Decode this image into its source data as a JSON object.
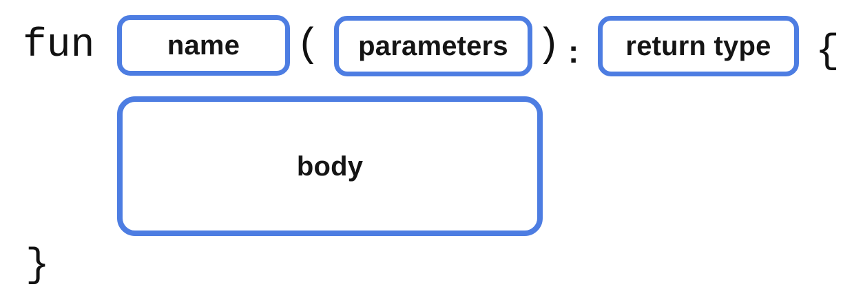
{
  "syntax": {
    "keyword": "fun",
    "punctuation": {
      "open_paren": "(",
      "close_paren": ")",
      "colon": ":",
      "open_brace": "{",
      "close_brace": "}"
    },
    "slots": {
      "name": "name",
      "parameters": "parameters",
      "return_type": "return type",
      "body": "body"
    },
    "colors": {
      "slot_border": "#4D7DE2",
      "code_text": "#111111",
      "label_text": "#151515",
      "background": "#FFFFFF"
    }
  }
}
